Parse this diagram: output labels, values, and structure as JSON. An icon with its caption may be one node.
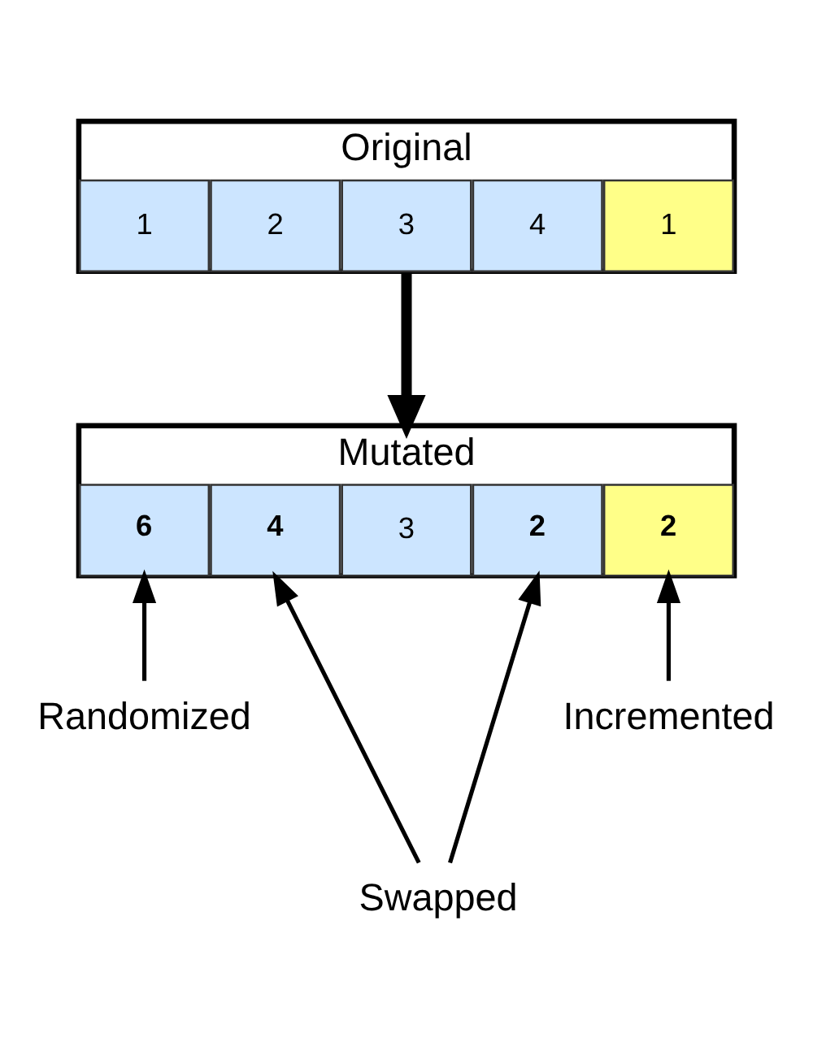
{
  "diagram": {
    "nodes": [
      {
        "text": [
          "Original"
        ]
      },
      {
        "text": [
          "1"
        ],
        "in": 0
      },
      {
        "text": [
          "2"
        ],
        "in": 0
      },
      {
        "text": [
          "3"
        ],
        "in": 0
      },
      {
        "text": [
          "4"
        ],
        "in": 0
      },
      {
        "text": [
          "1"
        ],
        "in": 0
      },
      {
        "text": [
          "Mutated"
        ]
      },
      {
        "text": [
          "6"
        ],
        "in": 6
      },
      {
        "text": [
          "4"
        ],
        "in": 6
      },
      {
        "text": [
          "3"
        ],
        "in": 6
      },
      {
        "text": [
          "2"
        ],
        "in": 6
      },
      {
        "text": [
          "2"
        ],
        "in": 6
      },
      {
        "text": [
          "Randomized"
        ]
      },
      {
        "text": [
          "Swapped"
        ]
      },
      {
        "text": [
          "Incremented"
        ]
      }
    ],
    "edges": [
      {
        "from": 0,
        "to": 6,
        "arrow": "to",
        "style": "thick"
      },
      {
        "from": 12,
        "to": 7,
        "arrow": "to"
      },
      {
        "from": 13,
        "to": 8,
        "arrow": "to"
      },
      {
        "from": 13,
        "to": 10,
        "arrow": "to"
      },
      {
        "from": 14,
        "to": 11,
        "arrow": "to"
      }
    ]
  }
}
